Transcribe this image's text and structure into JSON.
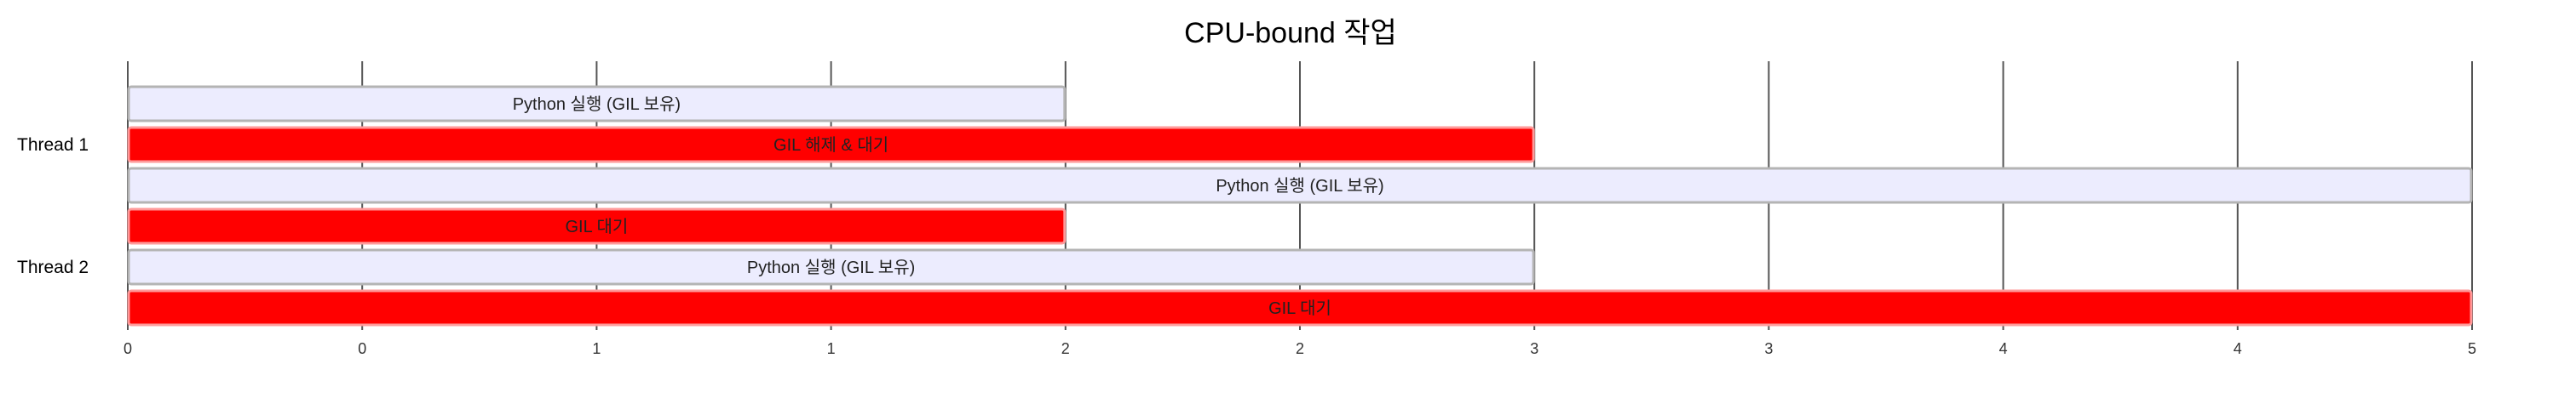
{
  "chart_data": {
    "type": "gantt",
    "title": "CPU-bound 작업",
    "xlim": [
      0,
      5
    ],
    "x_ticks": [
      0,
      0.5,
      1,
      1.5,
      2,
      2.5,
      3,
      3.5,
      4,
      4.5,
      5
    ],
    "x_tick_labels": [
      "0",
      "0",
      "1",
      "1",
      "2",
      "2",
      "3",
      "3",
      "4",
      "4",
      "5"
    ],
    "rows": [
      {
        "label": "Thread 1",
        "tasks": [
          {
            "label": "Python 실행 (GIL 보유)",
            "start": 0,
            "end": 2,
            "kind": "run"
          },
          {
            "label": "GIL 해제 & 대기",
            "start": 0,
            "end": 3,
            "kind": "wait"
          },
          {
            "label": "Python 실행 (GIL 보유)",
            "start": 0,
            "end": 5,
            "kind": "run"
          }
        ]
      },
      {
        "label": "Thread 2",
        "tasks": [
          {
            "label": "GIL 대기",
            "start": 0,
            "end": 2,
            "kind": "wait"
          },
          {
            "label": "Python 실행 (GIL 보유)",
            "start": 0,
            "end": 3,
            "kind": "run"
          },
          {
            "label": "GIL 대기",
            "start": 0,
            "end": 5,
            "kind": "wait"
          }
        ]
      }
    ],
    "colors": {
      "run_fill": "#ececfe",
      "run_stroke": "#b4b4b4",
      "wait_fill": "#ff0000",
      "wait_stroke": "#ff9a9a"
    },
    "grid": true
  }
}
